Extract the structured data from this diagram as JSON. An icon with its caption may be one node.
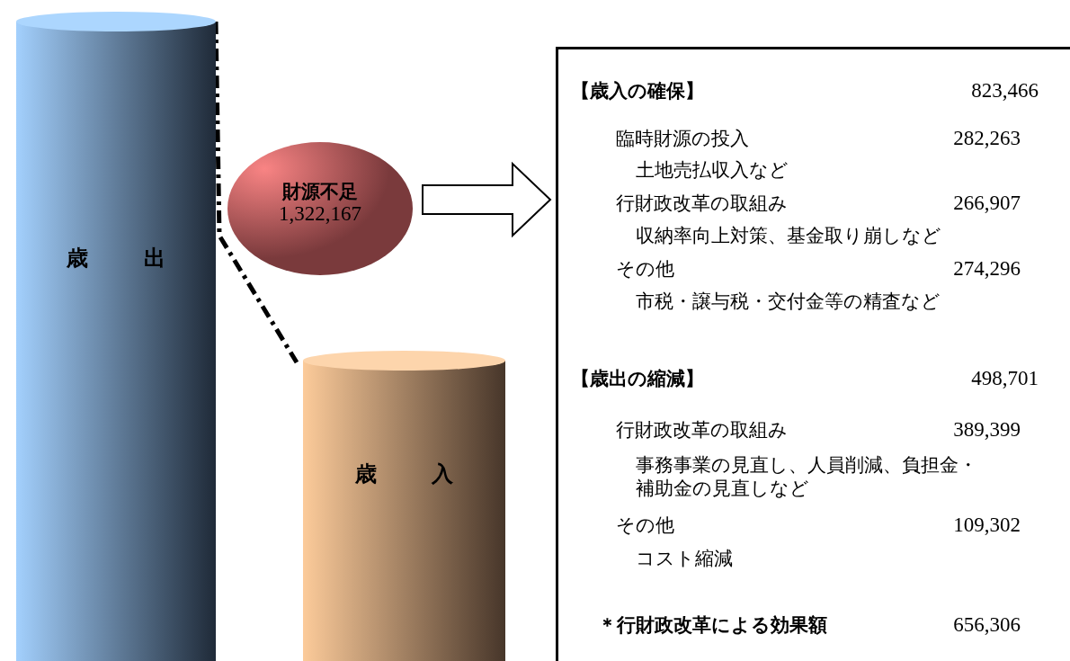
{
  "diagram": {
    "nodes": [
      {
        "text": [
          "歳 出"
        ]
      },
      {
        "text": [
          "歳 入"
        ]
      },
      {
        "text": [
          "財源不足",
          "1,322,167"
        ]
      },
      {
        "text": [
          "【歳入の確保】",
          "823,466",
          "臨時財源の投入",
          "282,263",
          "土地売払収入など",
          "行財政改革の取組み",
          "266,907",
          "収納率向上対策、基金取り崩しなど",
          "その他",
          "274,296",
          "市税・譲与税・交付金等の精査など",
          "【歳出の縮減】",
          "498,701",
          "行財政改革の取組み",
          "389,399",
          "事務事業の見直し、人員削減、負担金・補助金の見直しなど",
          "その他",
          "109,302",
          "コスト縮減",
          "＊行財政改革による効果額",
          "656,306"
        ]
      }
    ],
    "edges": [
      {
        "from": 0,
        "to": 1,
        "arrow": "none",
        "style": "dashed"
      },
      {
        "from": 2,
        "to": 3,
        "arrow": "to"
      }
    ]
  }
}
